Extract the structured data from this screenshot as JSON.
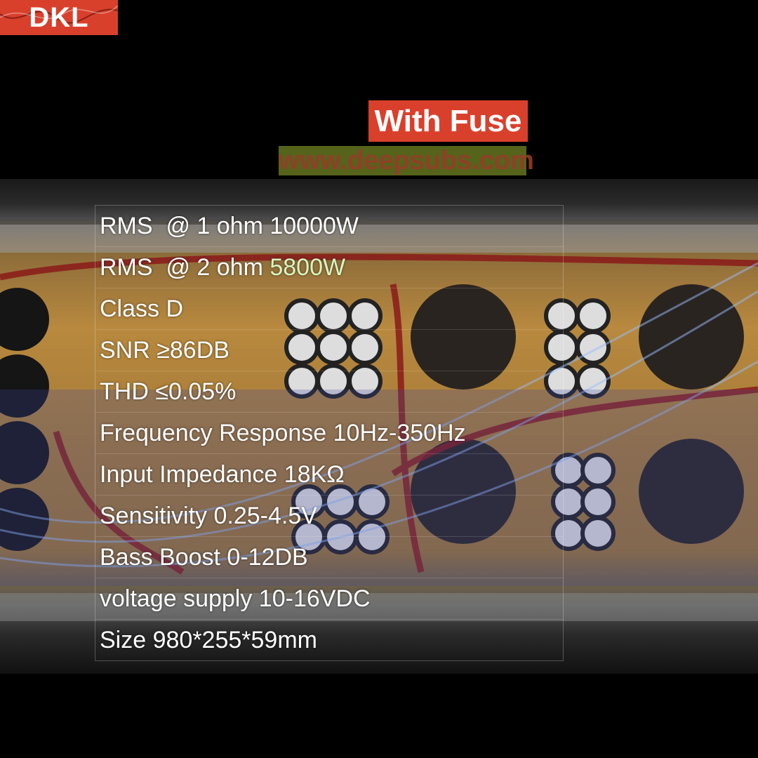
{
  "logo": {
    "text": "DKL"
  },
  "badge": {
    "text": "With Fuse"
  },
  "watermark": {
    "text": "www.deepsubs.com"
  },
  "specs": [
    {
      "label": "RMS  @ 1 ohm ",
      "value": "10000W"
    },
    {
      "label": "RMS  @ 2 ohm ",
      "value": "5800W"
    },
    {
      "label": "Class D",
      "value": ""
    },
    {
      "label": "SNR ≥86DB",
      "value": ""
    },
    {
      "label": "THD ≤0.05%",
      "value": ""
    },
    {
      "label": "Frequency Response 10Hz-350Hz",
      "value": ""
    },
    {
      "label": "Input Impedance 18KΩ",
      "value": ""
    },
    {
      "label": "Sensitivity 0.25-4.5V",
      "value": ""
    },
    {
      "label": "Bass Boost 0-12DB",
      "value": ""
    },
    {
      "label": "voltage supply 10-16VDC",
      "value": ""
    },
    {
      "label": "Size 980*255*59mm",
      "value": ""
    }
  ]
}
